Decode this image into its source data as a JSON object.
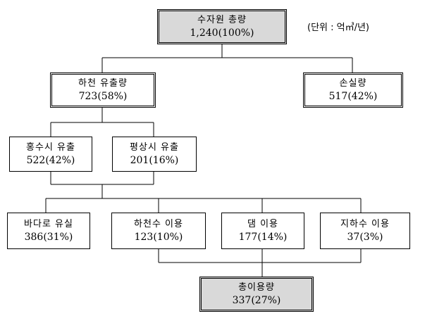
{
  "unit_note": "(단위 : 억㎥/년)",
  "nodes": {
    "total": {
      "label": "수자원 총량",
      "value": "1,240(100%)"
    },
    "river_outflow": {
      "label": "하천 유출량",
      "value": "723(58%)"
    },
    "loss": {
      "label": "손실량",
      "value": "517(42%)"
    },
    "flood_outflow": {
      "label": "홍수시 유출",
      "value": "522(42%)"
    },
    "normal_outflow": {
      "label": "평상시 유출",
      "value": "201(16%)"
    },
    "sea_loss": {
      "label": "바다로 유실",
      "value": "386(31%)"
    },
    "river_use": {
      "label": "하천수 이용",
      "value": "123(10%)"
    },
    "dam_use": {
      "label": "댐 이용",
      "value": "177(14%)"
    },
    "ground_use": {
      "label": "지하수 이용",
      "value": "37(3%)"
    },
    "total_use": {
      "label": "총이용량",
      "value": "337(27%)"
    }
  }
}
